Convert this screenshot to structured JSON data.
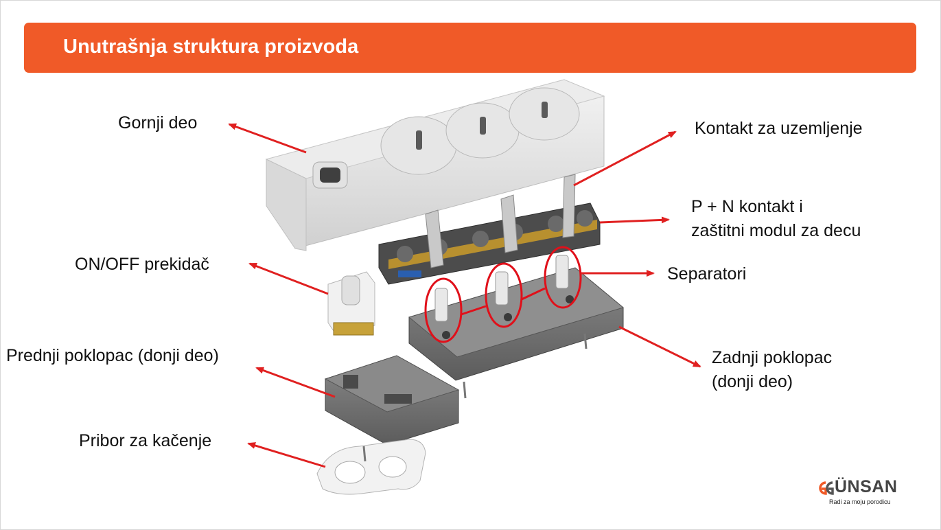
{
  "header": {
    "title": "Unutrašnja struktura proizvoda"
  },
  "labels": {
    "top_part": "Gornji deo",
    "switch": "ON/OFF prekidač",
    "front_cover": "Prednji poklopac (donji deo)",
    "hanging": "Pribor za kačenje",
    "ground_contact": "Kontakt za uzemljenje",
    "pn_contact": "P + N kontakt i\nzaštitni modul za decu",
    "separators": "Separatori",
    "rear_cover": "Zadnji poklopac\n(donji deo)"
  },
  "logo": {
    "wordmark": "GÜNSAN",
    "word_rest": "ÜNSAN",
    "tagline": "Radi za moju porodicu"
  },
  "colors": {
    "header_bg": "#f05a28",
    "arrow": "#e02020",
    "highlight_ellipse": "#e0101a",
    "logo_accent": "#f05a28"
  }
}
